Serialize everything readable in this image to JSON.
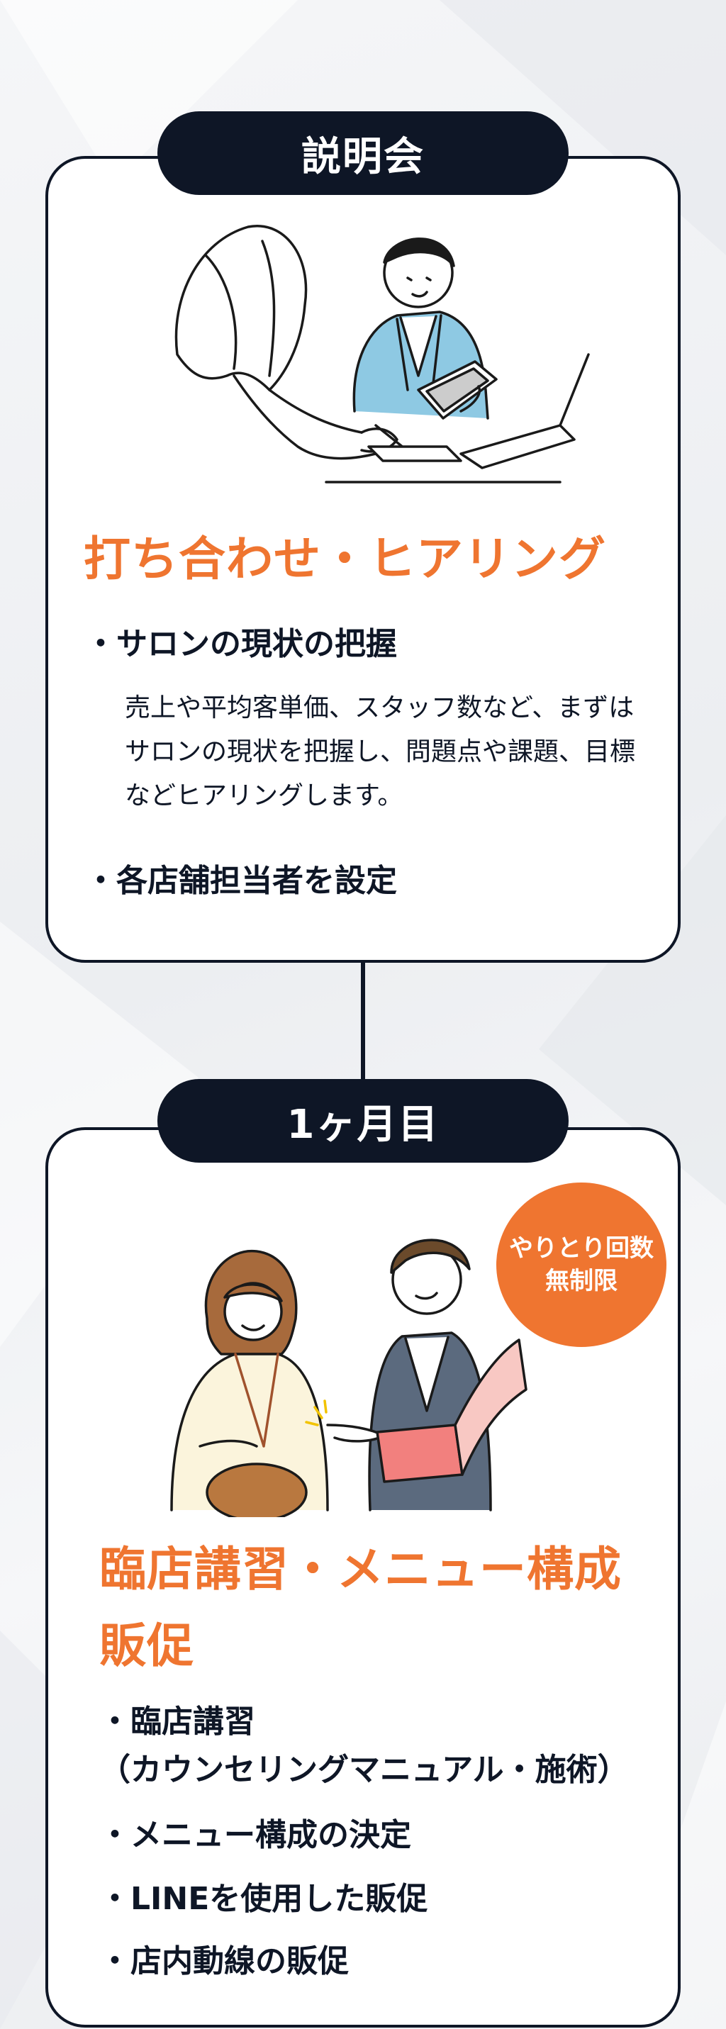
{
  "step1": {
    "pill_label": "説明会",
    "heading": "打ち合わせ・ヒアリング",
    "bullets": [
      {
        "marker": "・",
        "text": "サロンの現状の把握"
      },
      {
        "marker": "・",
        "text": "各店舗担当者を設定"
      }
    ],
    "description_lines": [
      "売上や平均客単価、スタッフ数など、まずは",
      "サロンの現状を把握し、問題点や課題、目標",
      "などヒアリングします。"
    ]
  },
  "step2": {
    "pill_label": "1ヶ月目",
    "badge_line1": "やりとり回数",
    "badge_line2": "無制限",
    "heading_line1": "臨店講習・メニュー構成",
    "heading_line2": "販促",
    "bullets": [
      {
        "marker": "・",
        "text": "臨店講習"
      },
      {
        "marker": "",
        "text": "（カウンセリングマニュアル・施術）"
      },
      {
        "marker": "・",
        "text": "メニュー構成の決定"
      },
      {
        "marker": "・",
        "text": "LINEを使用した販促"
      },
      {
        "marker": "・",
        "text": "店内動線の販促"
      }
    ]
  },
  "colors": {
    "navy": "#0e1626",
    "accent_orange": "#ef7530",
    "shirt_blue": "#8ec9e3",
    "folder_pink": "#f2807e",
    "jacket_gray": "#5b6a7e"
  }
}
